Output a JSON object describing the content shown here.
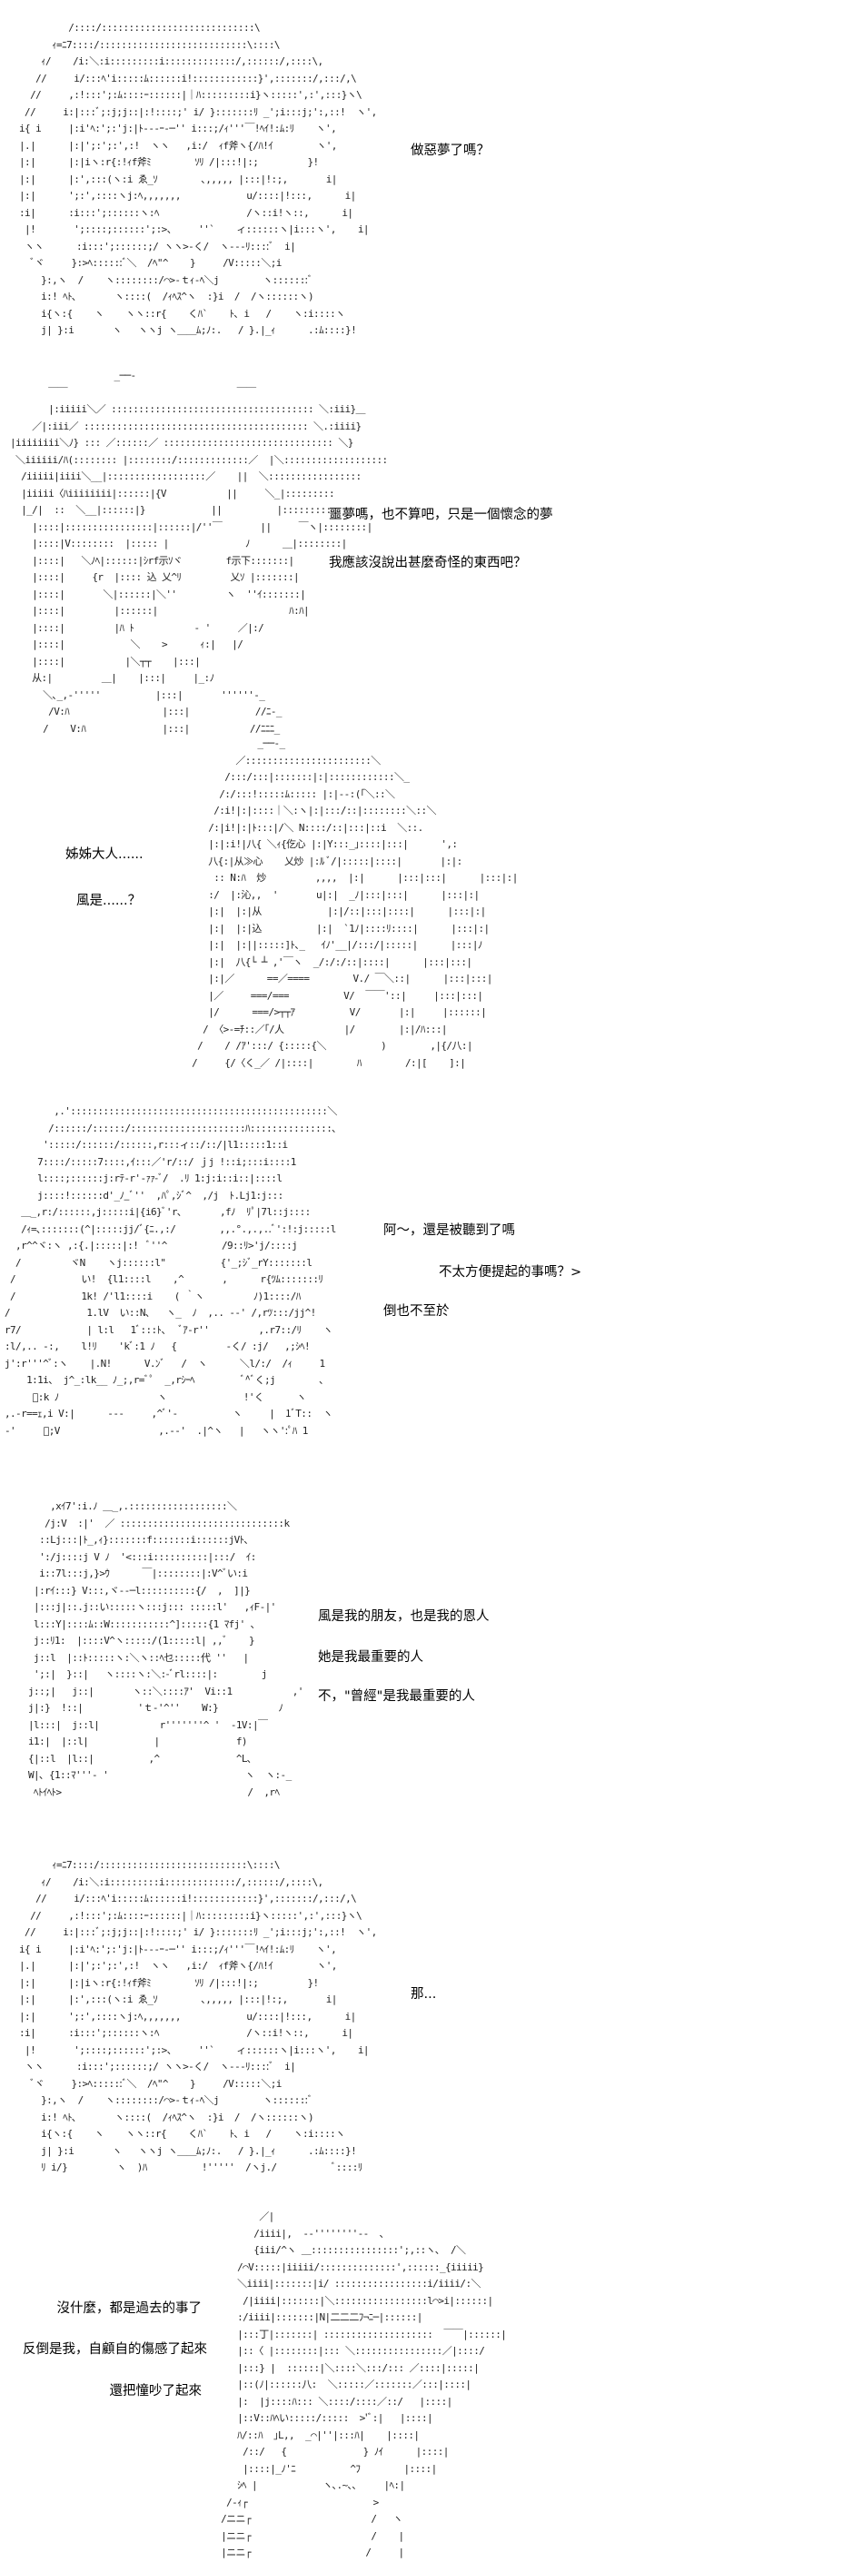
{
  "page": {
    "background": "#ffffff",
    "text_color": "#000000"
  },
  "panels": [
    {
      "id": 1,
      "dialogue": [
        "做惡夢了嗎？"
      ],
      "art": [
        "          /::::/::::::::::::::::::::::::::::\\",
        "       ｨ=ﾆ7::::/:::::::::::::::::::::::::::\\::::\\",
        "     ｨ/    /i:＼:i:::::::::i:::::::::::::/,::::::/,::::\\,",
        "    //     i/:::ﾍ'i:::::ﾑ::::::i!::::::::::::}',:::::::/,:::/,\\",
        "   //     ,:!:::';:ﾑ::::ｰ::::::|｜ﾊ:::::::::i}ヽ:::::',:',:::}ヽ\\",
        "  //     i:|:::ﾞ;:j;j::|:!::::;' i/ }:::::::ﾘ _';i:::j;':,::!  ヽ',",
        " i{ i     |:i'ﾍ:';:'j:|ﾄ---ｰ-─'' i:::;/ｨ'''￣!ﾍｲ!:ﾑ:ﾘ    ヽ',",
        " |.|      |:|';:';:',:!  ヽヽ   ,i:/  ｨf斧ヽ{/ﾊ!ｲ        ヽ',",
        " |:|      |:|iヽ:r{:!ｨf斧ﾐ        ｿﾘ /|:::!|:;         }!",
        " |:|      |:',:::(ヽ:i ゑ_ｿ        ､,,,,, |:::|!:;,       i|",
        " |:|      ';:',::::ヽj:ﾍ,,,,,,,            u/::::|!:::,      i|",
        " :i|      :i:::';::::::ヽ:ﾍ                /ヽ::i!ヽ::,      i|",
        "  |!       ';::::;::::::';:>、    ''`    ィ::::::ヽ|i:::ヽ',    i|",
        "  ヽヽ      :i:::';::::::;/ ヽヽ>-く/  ヽ---ﾘ::::ﾞ  i|",
        "   ﾞヾ     }:>ﾍ::::::ﾞ＼  /ﾍ\"^    }     /V:::::＼;i",
        "     }:,ヽ  /    ヽ::::::::/⌒>-ｔｨ-ﾍ＼j        ヽ:::::::ﾞ",
        "     i:! ﾍﾄ､       ヽ::::(  /ｨﾍｽ^ヽ  :}i  /  /ヽ::::::ヽ)",
        "     i{ヽ:{    ヽ    ヽヽ::r{    くﾊ`    ﾄ､ i   /    ヽ:i::::ヽ",
        "     j| }:i       ヽ   ヽヽj ヽ＿＿ﾑ;ﾉ:.   / }.|_ｨ      .:ﾑ::::}!"
      ]
    },
    {
      "id": 2,
      "dialogue": [
        "噩夢嗎，也不算吧，只是一個懷念的夢",
        "我應該沒說出甚麼奇怪的東西吧？"
      ],
      "art": [
        "                    _──‐",
        "        ￣￣                               ￣￣",
        "        |:iiiii＼／ ::::::::::::::::::::::::::::::::::::: ＼:iii}＿",
        "     ／|:iii／ ::::::::::::::::::::::::::::::::::::::::: ＼.:iiii}",
        " |iiiiiiii＼ﾉ} ::: ／::::::／ ::::::::::::::::::::::::::::::: ＼}",
        "  ＼iiiiii/ﾊ(:::::::: |::::::::/:::::::::::::／  |＼:::::::::::::::::::",
        "   /iiiii|iiii＼__|::::::::::::::::::／    ||  ＼:::::::::::::::::",
        "   |iiiii〈ﾊiiiiiiii|::::::|{V           ||     ＼_|:::::::::",
        "   |_/|  ::  ＼__|::::::|}            ||          |:::::::::",
        "     |::::|::::::::::::::::|::::::|/''￣       ||     ￣ヽ|::::::::|",
        "     |::::|V::::::::  |::::: |              ﾉ      ＿|::::::::|",
        "     |::::|   ＼ﾉﾍ|::::::|ｼrf示ｿヾ        f示下:::::::|",
        "     |::::|     {r  |:::: 込 乂^ﾘ         乂ｿ |:::::::|",
        "     |::::|       ＼|::::::|＼''         ヽ  ''ｲ:::::::|",
        "     |::::|         |::::::|                        ﾊ:ﾊ|",
        "     |::::|         |ﾊ ﾄ           ‐ '     ／|:/",
        "     |::::|            ＼    >      ｨ:|   |/",
        "     |::::|           |＼┬┬    |:::|",
        "     从:|         ＿|    |:::|     |_:ﾉ",
        "       ＼､_,-'''''          |:::|       ''''''-_",
        "        /V:ﾊ                 |:::|            //ﾆ-_",
        "       /    V:ﾊ              |:::|           //ﾆﾆﾆ_"
      ]
    },
    {
      "id": 3,
      "dialogue": [
        "姊姊大人......",
        "風是......？"
      ],
      "art": [
        "                  _──‐_",
        "              ／:::::::::::::::::::::::＼",
        "            /:::/:::|:::::::|:|::::::::::::＼_",
        "           /:/:::!:::::ﾑ::::: |:|‐-:(｢＼::＼",
        "          /:i!|:|::::｜＼:ヽ|:|:::/::|::::::::＼::＼",
        "         /:|i!|:|ﾄ:::|/＼ N::::/::|:::|::i  ＼::.",
        "         |:|:i!|八{ ＼ｨ{仡心 |:|Y:::_｣::::|:::|      ',:",
        "         八{:|从≫心    乂炒 |:ﾙ ﾞ/|:::::|::::|       |:|:",
        "          :: N:ﾊ  炒         ,,,,  |:|      |:::|:::|      |:::|:|",
        "         :/  |:沁,,  '       u|:|  _ﾉ|:::|:::|      |:::|:|",
        "         |:|  |:|从            |:|/::|:::|::::|      |:::|:|",
        "         |:|  |:|込          |:|  `1ﾉ|::::ﾘ::::|      |:::|:|",
        "         |:|  |:||:::::]ﾄ､_   ｲﾉ'__|/:::/|:::::|      |:::|ﾉ",
        "         |:|  八{└ ┴ ,'￣ヽ  _/:/:/::|::::|      |:::|:::|",
        "         |:|／      ==／====        V./ ￣＼::|      |:::|:::|",
        "         |／     ===/===          V/  ￣￣'::|     |:::|:::|",
        "         |/      ===/>┬┬ｱ          V/       |:|     |::::::|",
        "        / 〈>-=ﾁ::／｢/人           |/        |:|/ﾊ:::|",
        "       /    / /ｱ':::/ {:::::{＼          )        ,|{/八:|",
        "      /     {/〈く_／ /|::::|        ﾊ        /:|[    ]:|"
      ]
    },
    {
      "id": 4,
      "dialogue": [
        "阿～，還是被聽到了嗎",
        "不太方便提起的事嗎？>",
        "倒也不至於"
      ],
      "art": [
        "         ,.':::::::::::::::::::::::::::::::::::::::::::::::＼",
        "        /::::::/::::::/:::::::::::::::::::::ﾊ:::::::::::::::､",
        "       ':::::/::::::/::::::,r:::ィ::/::/|l1:::::1::i",
        "      7::::/:::::7::::,ｲ:::／'r/::/ ｊj !::i;:::i::::1",
        "      l::::;::::::j:rﾃ-r'-ｧｧ-ﾞ/  .ﾘ 1:j:i::i::|::::l",
        "      j::::!::::::d'_ﾉ_ﾞ''  ,ﾊﾟ,ｼﾞ^  ,/j  ﾄ.Lj1:j:::",
        "   ＿_,r:/::::::,j:::::i|{i6}ﾞ'r､       ,fﾉ  ﾘﾟ|7l::j::::",
        "   /ｨ=､:::::::(^|:::::jj/ﾞ{ﾆ.,:/        ,,.°.,.,..ﾞ':!:j:::::l",
        "  ,r^^ヾ:ヽ ,:{.|:::::|:!  ﾞ''^          /9::ﾘ>'j/::::j",
        "  /         ヾN    ヽj::::::l\"          {'_;ｼﾞ_rY:::::::l",
        " /            い!  {l1::::l    ,^       ,      r{ﾂﾑ:::::::ﾘ",
        " /            1k! /'l1::::i    ( ｀ヽ         ﾉ)1::::/ﾊ",
        "/              1.lV  い::N､   ヽ_  ﾉ  ,.. -‐' /,rﾂ:::/jj^!",
        "r7/            | l:l   1ﾞ:::ﾄ、  ﾞｱ‐r''         ,.r7::/ﾘ    ヽ",
        ":l/,.. -:,    l!ﾘ    'kﾞ:1 ﾉ   {         -く/ :j/   ,;ｼﾍ!",
        "j':r'''^ﾞ:ヽ    |.N!      V.ﾝﾞ   /  ヽ      ＼l/:/  /ｨ     1",
        "    1:1i、 j^_:lk__ ﾉ_;,r=ﾞﾟ  _,rｼｰﾍ         ﾞ^ﾞく;j        ､",
        "     ﾞ:k ﾉ                  ヽ              !'く      ヽ",
        ",.-r==ｪ,i V:|      ---     ,^ﾞ'‐          ヽ     |  1ﾞT::  ヽ",
        "-'     ﾞ;V                  ,.‐‐'  .|^ヽ   |   ヽヽ':ﾟﾊ 1"
      ]
    },
    {
      "id": 5,
      "dialogue": [
        "風是我的朋友，也是我的恩人",
        "她是我最重要的人",
        "不，\"曾經\"是我最重要的人"
      ],
      "art": [
        "     ,xｲ7':i.ﾉ ＿_,.::::::::::::::::::＼",
        "    /j:V  :|'  ／ ::::::::::::::::::::::::::::::k",
        "   ::Lj:::|ﾄ_,ｨ}:::::::f:::::::i::::::jVﾄ､",
        "   ':/j::::j V ﾉ  '<:::i::::::::::|:::/  ｲ:",
        "   i::7l:::j,}>ｳ      ￣|::::::::|:V^ﾞい:i",
        "  |:rｲ:::} V:::,ヾ--─l::::::::::{/  ,  ]|}",
        "  |:::j|::.j::い:::::ヽ:::j::: :::::l'   ,ｨF-|'",
        "  l:::Y|::::ﾑ::W:::::::::::^]:::::{1 ﾏfj' ､",
        "  j::ﾘ1:  |::::V^ヽ:::::/(1:::::l| ,,ﾞ    }",
        "  j::l  |::ﾄ:::::ヽ:＼ヽ::ﾍ乜:::::代 ''   |",
        "  ';:|  }::|   ヽ::::ヽ:＼:-ﾞrl::::|:        j",
        " j::;|   j::|       ヽ::＼::::ｱ'  Vi::1           ,'",
        " j|:}  !::|          'ｔ-'^''    W:}           ﾉ",
        " |l:::|  j::l|           r'''''''^ '  -1V:|￣",
        " i1:|  |::l|            |              f)",
        " {|::l  |l::|          ,^              ^L､",
        " W|､ {1::ﾏ'''‐ '                         ヽ  ヽ:-_",
        "  ﾍﾄｲﾍﾄ>                                  /  ,rﾍ"
      ]
    },
    {
      "id": 6,
      "dialogue": [
        "那..."
      ],
      "art": [
        "       ｨ=ﾆ7::::/:::::::::::::::::::::::::::\\::::\\",
        "     ｨ/    /i:＼:i:::::::::i:::::::::::::/,::::::/,::::\\,",
        "    //     i/:::ﾍ'i:::::ﾑ::::::i!::::::::::::}',:::::::/,:::/,\\",
        "   //     ,:!:::';:ﾑ::::ｰ::::::|｜ﾊ:::::::::i}ヽ:::::',:',:::}ヽ\\",
        "  //     i:|:::ﾞ;:j;j::|:!::::;' i/ }:::::::ﾘ _';i:::j;':,::!  ヽ',",
        " i{ i     |:i'ﾍ:';:'j:|ﾄ---ｰ-─'' i:::;/ｨ'''￣!ﾍｲ!:ﾑ:ﾘ    ヽ',",
        " |.|      |:|';:';:',:!  ヽヽ   ,i:/  ｨf斧ヽ{/ﾊ!ｲ        ヽ',",
        " |:|      |:|iヽ:r{:!ｨf斧ﾐ        ｿﾘ /|:::!|:;         }!",
        " |:|      |:',:::(ヽ:i ゑ_ｿ        ､,,,,, |:::|!:;,       i|",
        " |:|      ';:',::::ヽj:ﾍ,,,,,,,            u/::::|!:::,      i|",
        " :i|      :i:::';::::::ヽ:ﾍ                /ヽ::i!ヽ::,      i|",
        "  |!       ';::::;::::::';:>、    ''`    ィ::::::ヽ|i:::ヽ',    i|",
        "  ヽヽ      :i:::';::::::;/ ヽヽ>-く/  ヽ---ﾘ::::ﾞ  i|",
        "   ﾞヾ     }:>ﾍ::::::ﾞ＼  /ﾍ\"^    }     /V:::::＼;i",
        "     }:,ヽ  /    ヽ::::::::/⌒>-ｔｨ-ﾍ＼j        ヽ:::::::ﾞ",
        "     i:! ﾍﾄ､       ヽ::::(  /ｨﾍｽ^ヽ  :}i  /  /ヽ::::::ヽ)",
        "     i{ヽ:{    ヽ    ヽヽ::r{    くﾊ`    ﾄ､ i   /    ヽ:i::::ヽ",
        "     j| }:i       ヽ   ヽヽj ヽ＿＿ﾑ;ﾉ:.   / }.|_ｨ      .:ﾑ::::}!",
        "     ﾘ i/}         ヽ  )ﾊ          !'''''  /ヽj./          ﾞ::::ﾘ"
      ]
    },
    {
      "id": 7,
      "dialogue": [
        "沒什麼，都是過去的事了",
        "反倒是我，自顧自的傷感了起來",
        "還把憧吵了起來"
      ],
      "art": [
        "          ／|",
        "         /iiii|,  -‐''''''''‐-  ､",
        "         {iii/^ヽ ＿::::::::::::::::';,::ヽ､  /＼",
        "      /⌒V:::::|iiiii/::::::::::::::',::::::_{iiiii}",
        "      ＼iiii|:::::::|i/ :::::::::::::::::i/iiii/:＼",
        "       /|iiii|:::::::|＼:::::::::::::::::l⌒>i|::::::|",
        "      :/iiii|:::::::|N|二二二ﾌ¬ﾆ─|::::::|",
        "      |:::丁|:::::::| ::::::::::::::::::::  ￣￣|::::::|",
        "      |::〈 |::::::::|::: ＼::::::::::::::::／|::::/",
        "      |:::} |  ::::::|＼::::＼:::/::: ／::::|:::::|",
        "      |::(ﾉ|::::::八:  ＼:::::／:::::::／:::|::::|",
        "      |:  |j::::ﾊ::: ＼::::/::::／::/   |::::|",
        "      |::V::ﾊﾍい:::::/:::::  >'ﾞ:|   |::::|",
        "      ﾊ/::ﾊ  ｣L,,  _⌒|''|:::ﾊ|    |::::|",
        "       /::/   {              } ﾉｲ      |::::|",
        "       |::::|_ﾉ'ﾆ          ^ﾌ        |::::|",
        "      ｼﾍ |            ヽ､.~､､     |ﾍ:|",
        "    /-ｨ┌                       >",
        "   /ニニ┌                      /   ヽ",
        "   |ニニ┌                      /    |",
        "   |ニニ┌                     /     |"
      ]
    }
  ]
}
